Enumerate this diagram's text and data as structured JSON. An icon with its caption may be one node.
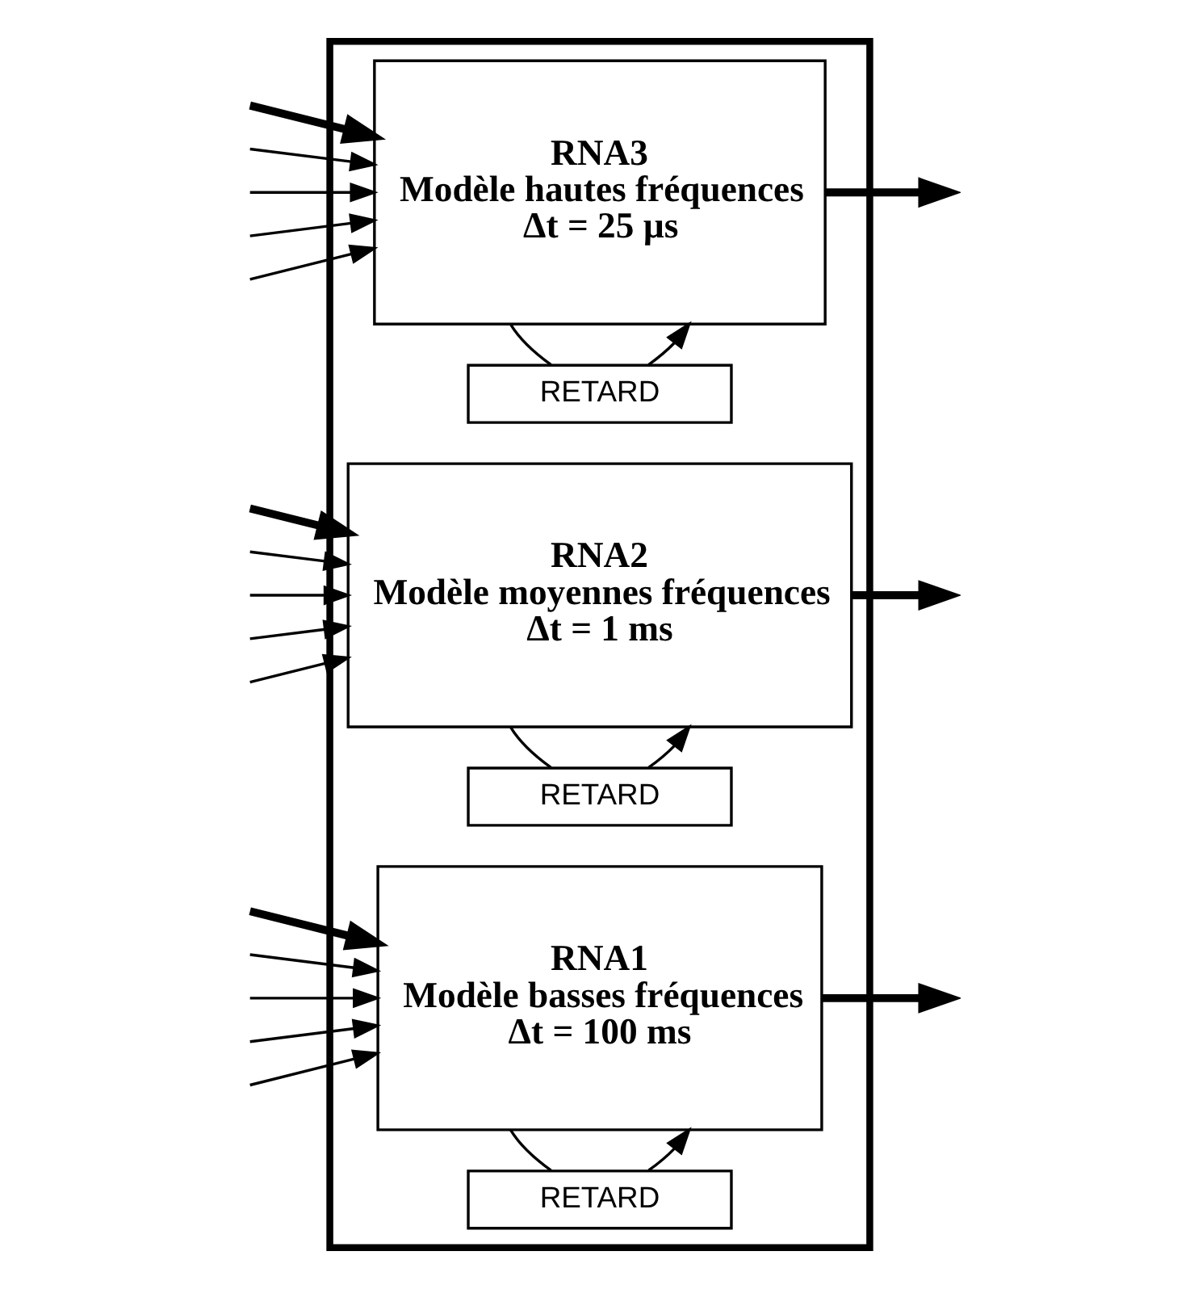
{
  "diagram": {
    "nodes": [
      {
        "text": [],
        "shape": "box"
      },
      {
        "text": [
          "RNA1",
          "Modèle basses fréquences",
          "Δt = 100 ms"
        ],
        "in": 0
      },
      {
        "text": [
          "RETARD"
        ],
        "in": 0
      },
      {
        "text": [
          "RNA2",
          "Modèle moyennes fréquences",
          "Δt = 1 ms"
        ],
        "in": 0
      },
      {
        "text": [
          "RETARD"
        ],
        "in": 0
      },
      {
        "text": [
          "RNA3",
          "Modèle hautes fréquences",
          "Δt = 25 µs"
        ],
        "in": 0
      },
      {
        "text": [
          "RETARD"
        ],
        "in": 0
      }
    ],
    "edges": [
      {
        "from": null,
        "to": 1,
        "arrow": "to"
      },
      {
        "from": null,
        "to": 1,
        "arrow": "to"
      },
      {
        "from": null,
        "to": 1,
        "arrow": "to"
      },
      {
        "from": null,
        "to": 1,
        "arrow": "to"
      },
      {
        "from": null,
        "to": 1,
        "arrow": "to",
        "style": "thick"
      },
      {
        "from": 2,
        "to": 1,
        "arrow": "to"
      },
      {
        "from": 1,
        "to": 2,
        "arrow": "none"
      },
      {
        "from": null,
        "to": 3,
        "arrow": "to"
      },
      {
        "from": null,
        "to": 3,
        "arrow": "to"
      },
      {
        "from": null,
        "to": 3,
        "arrow": "to"
      },
      {
        "from": null,
        "to": 3,
        "arrow": "to"
      },
      {
        "from": null,
        "to": 3,
        "arrow": "to",
        "style": "thick"
      },
      {
        "from": 4,
        "to": 3,
        "arrow": "to"
      },
      {
        "from": 3,
        "to": 4,
        "arrow": "none"
      },
      {
        "from": null,
        "to": 5,
        "arrow": "to"
      },
      {
        "from": null,
        "to": 5,
        "arrow": "to"
      },
      {
        "from": null,
        "to": 5,
        "arrow": "to"
      },
      {
        "from": null,
        "to": 5,
        "arrow": "to"
      },
      {
        "from": null,
        "to": 5,
        "arrow": "to",
        "style": "thick"
      },
      {
        "from": 6,
        "to": 5,
        "arrow": "to"
      },
      {
        "from": 5,
        "to": 6,
        "arrow": "none"
      },
      {
        "from": 1,
        "to": null,
        "arrow": "to",
        "style": "thick"
      },
      {
        "from": 3,
        "to": null,
        "arrow": "to",
        "style": "thick"
      },
      {
        "from": 5,
        "to": null,
        "arrow": "to",
        "style": "thick"
      }
    ]
  }
}
